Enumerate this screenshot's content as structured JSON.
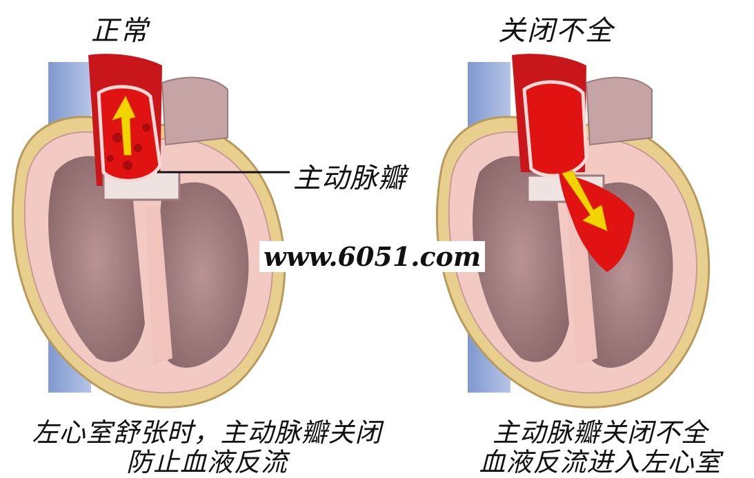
{
  "titles": {
    "left": "正常",
    "right": "关闭不全"
  },
  "callout": {
    "label": "主动脉瓣"
  },
  "watermark": "www.6051.com",
  "captions": {
    "left_line1": "左心室舒张时，主动脉瓣关闭",
    "left_line2": "防止血液反流",
    "right_line1": "主动脉瓣关闭不全",
    "right_line2": "血液反流进入左心室"
  },
  "colors": {
    "blood": "#d81414",
    "arrow": "#f2d400",
    "myocardium": "#9c7a7c",
    "pericardium": "#f3c9c4",
    "fat": "#e8cf8e",
    "vein": "#8fa6d6"
  }
}
